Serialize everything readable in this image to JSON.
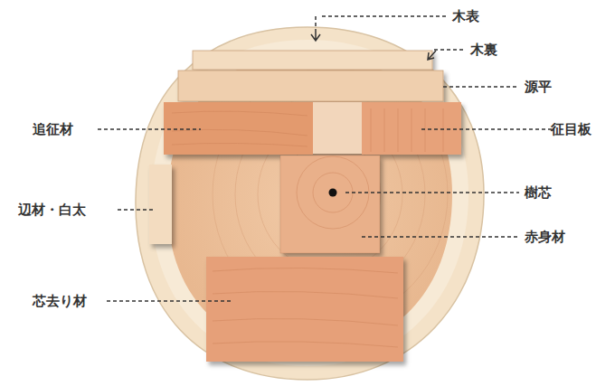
{
  "diagram": {
    "labels": [
      "木表",
      "木裏",
      "源平",
      "追征材",
      "征目板",
      "辺材・白太",
      "樹芯",
      "赤身材",
      "芯去り材"
    ]
  }
}
